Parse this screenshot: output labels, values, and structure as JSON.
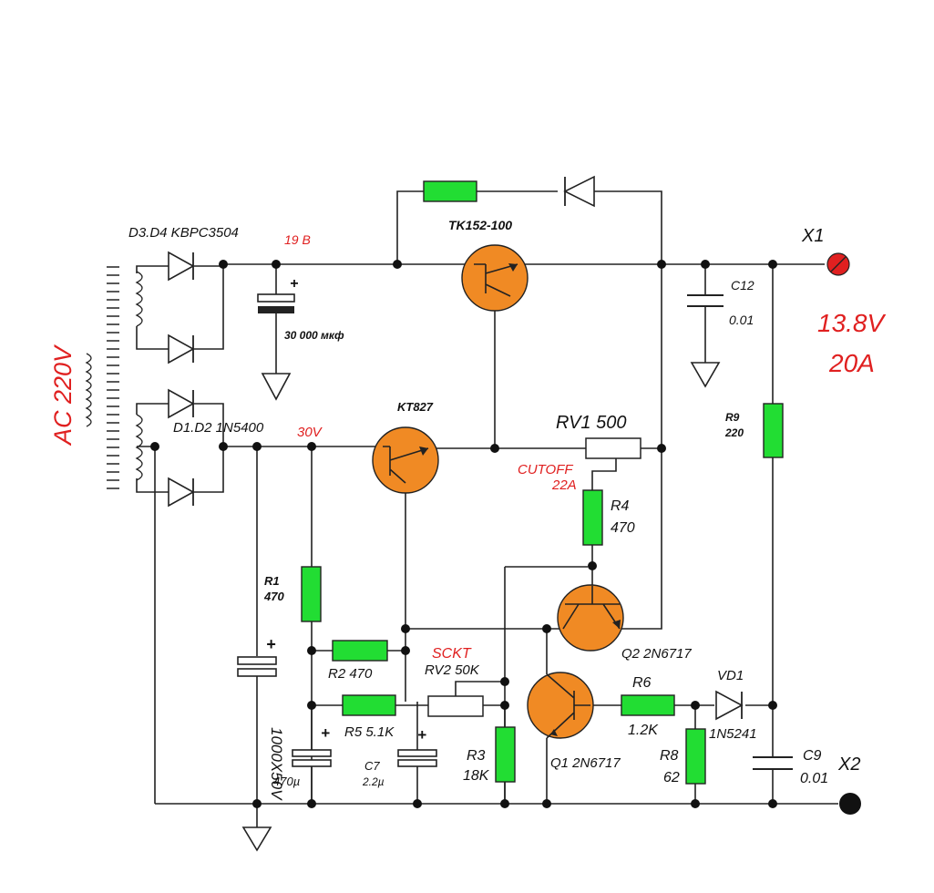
{
  "colors": {
    "resistor": "#22dd33",
    "transistor": "#f08a24",
    "highlight_text": "#e02020",
    "wire": "#222222"
  },
  "input": {
    "label": "AC 220V"
  },
  "rectifiers": {
    "upper": "D3.D4  KBPC3504",
    "lower": "D1.D2  1N5400"
  },
  "voltages": {
    "upper_rail": "19 B",
    "lower_rail": "30V"
  },
  "capacitors": {
    "main_filter": "30 000 мкф",
    "aux_filter": "1000X50V",
    "c12_name": "C12",
    "c12_value": "0.01",
    "c9_name": "C9",
    "c9_value": "0.01",
    "c7_name": "C7",
    "c7_value": "2.2µ",
    "c470_value": "470µ",
    "plus": "+"
  },
  "transistors": {
    "power": "TK152-100",
    "driver": "KT827",
    "q1": "Q1  2N6717",
    "q2": "Q2  2N6717"
  },
  "resistors": {
    "r1_name": "R1",
    "r1_value": "470",
    "r2": "R2  470",
    "r3_name": "R3",
    "r3_value": "18K",
    "r4_name": "R4",
    "r4_value": "470",
    "r5": "R5  5.1K",
    "r6_name": "R6",
    "r6_value": "1.2K",
    "r8_name": "R8",
    "r8_value": "62",
    "r9_name": "R9",
    "r9_value": "220"
  },
  "pots": {
    "rv1": "RV1  500",
    "rv2": "RV2  50K",
    "cutoff_label": "CUTOFF",
    "cutoff_value": "22A",
    "sckt_label": "SCKT"
  },
  "diodes": {
    "vd1_name": "VD1",
    "vd1_value": "1N5241"
  },
  "output": {
    "x1": "X1",
    "x2": "X2",
    "voltage": "13.8V",
    "current": "20A"
  }
}
